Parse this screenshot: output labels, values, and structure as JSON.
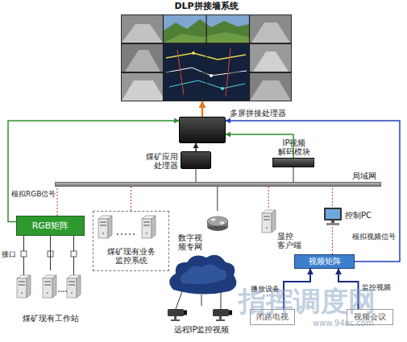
{
  "diagram": {
    "nodes": [
      {
        "text": [
          "DLP拼接墙系统"
        ]
      },
      {
        "text": [
          "多屏拼接处理器"
        ]
      },
      {
        "text": [
          "煤矿应用 处理器"
        ]
      },
      {
        "text": [
          "IP视频 解码模块"
        ]
      },
      {
        "text": [
          "局域网"
        ]
      },
      {
        "text": [
          "RGB矩阵"
        ]
      },
      {
        "text": [
          "煤矿现有业务 监控系统"
        ]
      },
      {
        "text": [
          "数字视 频专网"
        ]
      },
      {
        "text": [
          "显控 客户端"
        ]
      },
      {
        "text": [
          "控制PC"
        ]
      },
      {
        "text": [
          "视频矩阵"
        ]
      },
      {
        "text": [
          "闭路电视"
        ]
      },
      {
        "text": [
          "视频会议"
        ]
      },
      {
        "text": [
          "煤矿现有工作站"
        ]
      },
      {
        "text": [
          "远程IP监控视频"
        ]
      }
    ],
    "edges": [
      {
        "from": 1,
        "to": 0,
        "arrow": "to"
      },
      {
        "from": 2,
        "to": 1,
        "arrow": "to"
      },
      {
        "from": 3,
        "to": 1,
        "arrow": "to"
      },
      {
        "from": 5,
        "to": 1,
        "arrow": "to",
        "label": "模拟RGB信号"
      },
      {
        "from": 10,
        "to": 1,
        "arrow": "to",
        "label": "模拟视频信号"
      },
      {
        "from": 2,
        "to": 4,
        "arrow": "none"
      },
      {
        "from": 3,
        "to": 4,
        "arrow": "none"
      },
      {
        "from": 5,
        "to": 4,
        "arrow": "none"
      },
      {
        "from": 6,
        "to": 4,
        "arrow": "none"
      },
      {
        "from": 7,
        "to": 4,
        "arrow": "none"
      },
      {
        "from": 8,
        "to": 4,
        "arrow": "none"
      },
      {
        "from": 9,
        "to": 4,
        "arrow": "none"
      },
      {
        "from": 9,
        "to": 10,
        "arrow": "none"
      },
      {
        "from": 13,
        "to": 5,
        "arrow": "none"
      },
      {
        "from": 14,
        "to": 7,
        "arrow": "none"
      },
      {
        "from": 11,
        "to": 10,
        "arrow": "to",
        "label": "播放设备"
      },
      {
        "from": 12,
        "to": 10,
        "arrow": "to",
        "label": "监控视频"
      }
    ],
    "labels": [
      "接口",
      "指挥调度网",
      "www.94ec.com"
    ]
  }
}
